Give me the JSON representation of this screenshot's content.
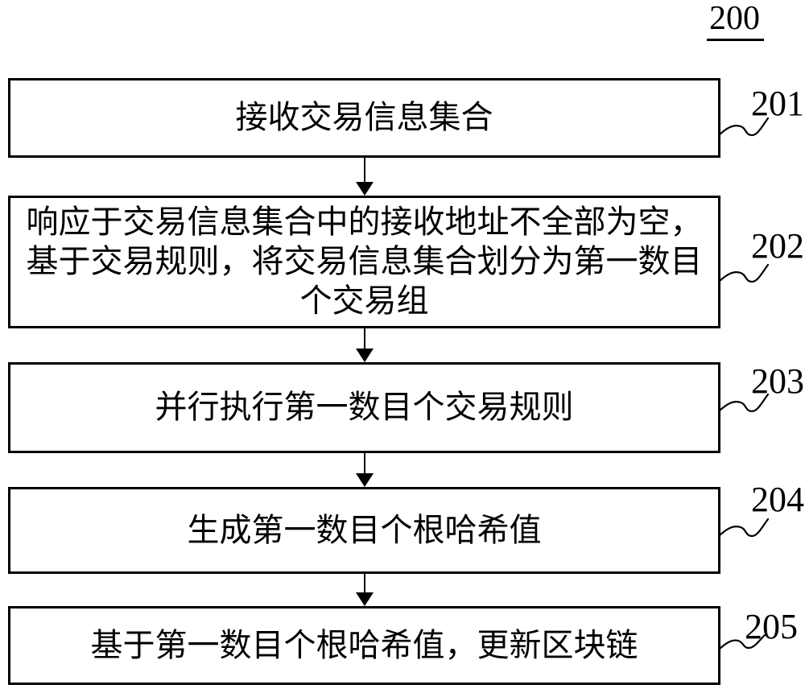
{
  "figure": {
    "label": "200"
  },
  "steps": [
    {
      "ref": "201",
      "text": "接收交易信息集合"
    },
    {
      "ref": "202",
      "text": "响应于交易信息集合中的接收地址不全部为空，\n基于交易规则，将交易信息集合划分为第一数目\n个交易组"
    },
    {
      "ref": "203",
      "text": "并行执行第一数目个交易规则"
    },
    {
      "ref": "204",
      "text": "生成第一数目个根哈希值"
    },
    {
      "ref": "205",
      "text": "基于第一数目个根哈希值，更新区块链"
    }
  ]
}
